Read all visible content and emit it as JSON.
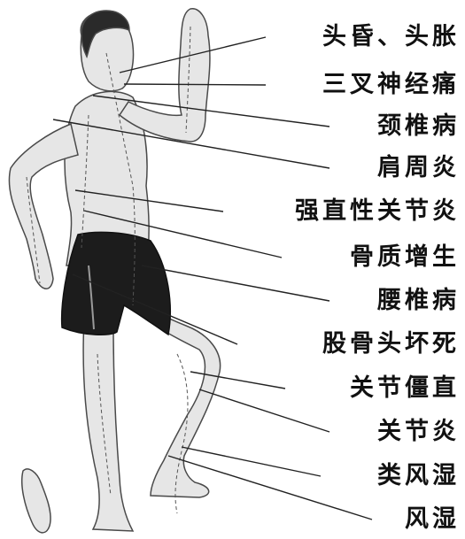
{
  "labels": [
    "头昏、头胀",
    "三叉神经痛",
    "颈椎病",
    "肩周炎",
    "强直性关节炎",
    "骨质增生",
    "腰椎病",
    "股骨头坏死",
    "关节僵直",
    "关节炎",
    "类风湿",
    "风湿"
  ],
  "colors": {
    "skin": "#e6e6e6",
    "skin_outline": "#4a4a4a",
    "shorts": "#1c1c1c",
    "line": "#222222",
    "text": "#111111"
  }
}
